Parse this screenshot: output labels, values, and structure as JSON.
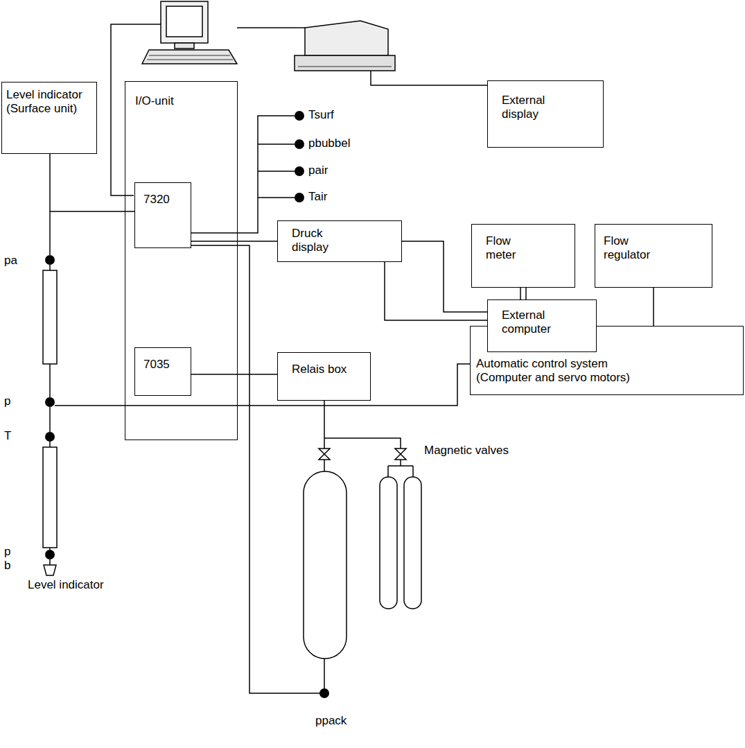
{
  "diagram": {
    "nodes": [
      {
        "text": [
          "Level indicator (Surface unit)"
        ]
      },
      {
        "text": [
          "I/O-unit"
        ]
      },
      {
        "text": [
          "7320"
        ],
        "in": 1
      },
      {
        "text": [
          "7035"
        ],
        "in": 1
      },
      {
        "text": [
          "External display"
        ]
      },
      {
        "text": [
          "Druck display"
        ]
      },
      {
        "text": [
          "Flow meter"
        ]
      },
      {
        "text": [
          "Flow regulator"
        ]
      },
      {
        "text": [
          "External computer"
        ]
      },
      {
        "text": [
          "Automatic control system (Computer and servo motors)"
        ]
      },
      {
        "text": [
          "Relais box"
        ]
      }
    ],
    "edges": [
      {
        "from": 0,
        "to": 2,
        "arrow": "none"
      },
      {
        "from": 2,
        "to": 5,
        "arrow": "none"
      },
      {
        "from": 3,
        "to": 10,
        "arrow": "none"
      },
      {
        "from": 5,
        "to": 8,
        "arrow": "none"
      },
      {
        "from": 5,
        "to": 8,
        "arrow": "none"
      },
      {
        "from": 6,
        "to": 8,
        "arrow": "none"
      },
      {
        "from": 7,
        "to": 9,
        "arrow": "none"
      }
    ],
    "labels": [
      "Tsurf",
      "pbubbel",
      "pair",
      "Tair",
      "pa",
      "p",
      "T",
      "p b",
      "Level indicator",
      "Magnetic valves",
      "ppack"
    ]
  }
}
